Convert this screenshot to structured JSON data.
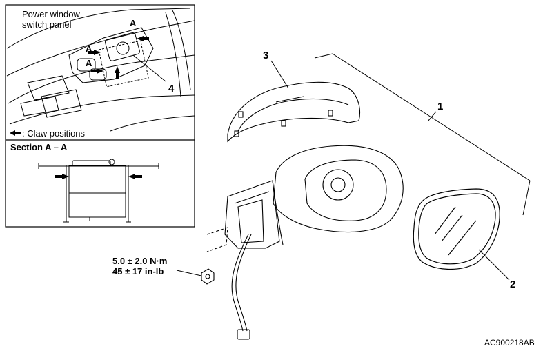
{
  "inset_top": {
    "panel_label_line1": "Power window",
    "panel_label_line2": "switch panel",
    "section_marker": "A",
    "callout_number": "4",
    "legend_text": ": Claw positions"
  },
  "inset_bottom": {
    "title": "Section A – A"
  },
  "callouts": {
    "cover": "3",
    "mirror_assembly": "1",
    "mirror_glass": "2"
  },
  "torque": {
    "line1": "5.0 ± 2.0 N·m",
    "line2": "45 ± 17 in-lb"
  },
  "figure_code": "AC900218AB"
}
